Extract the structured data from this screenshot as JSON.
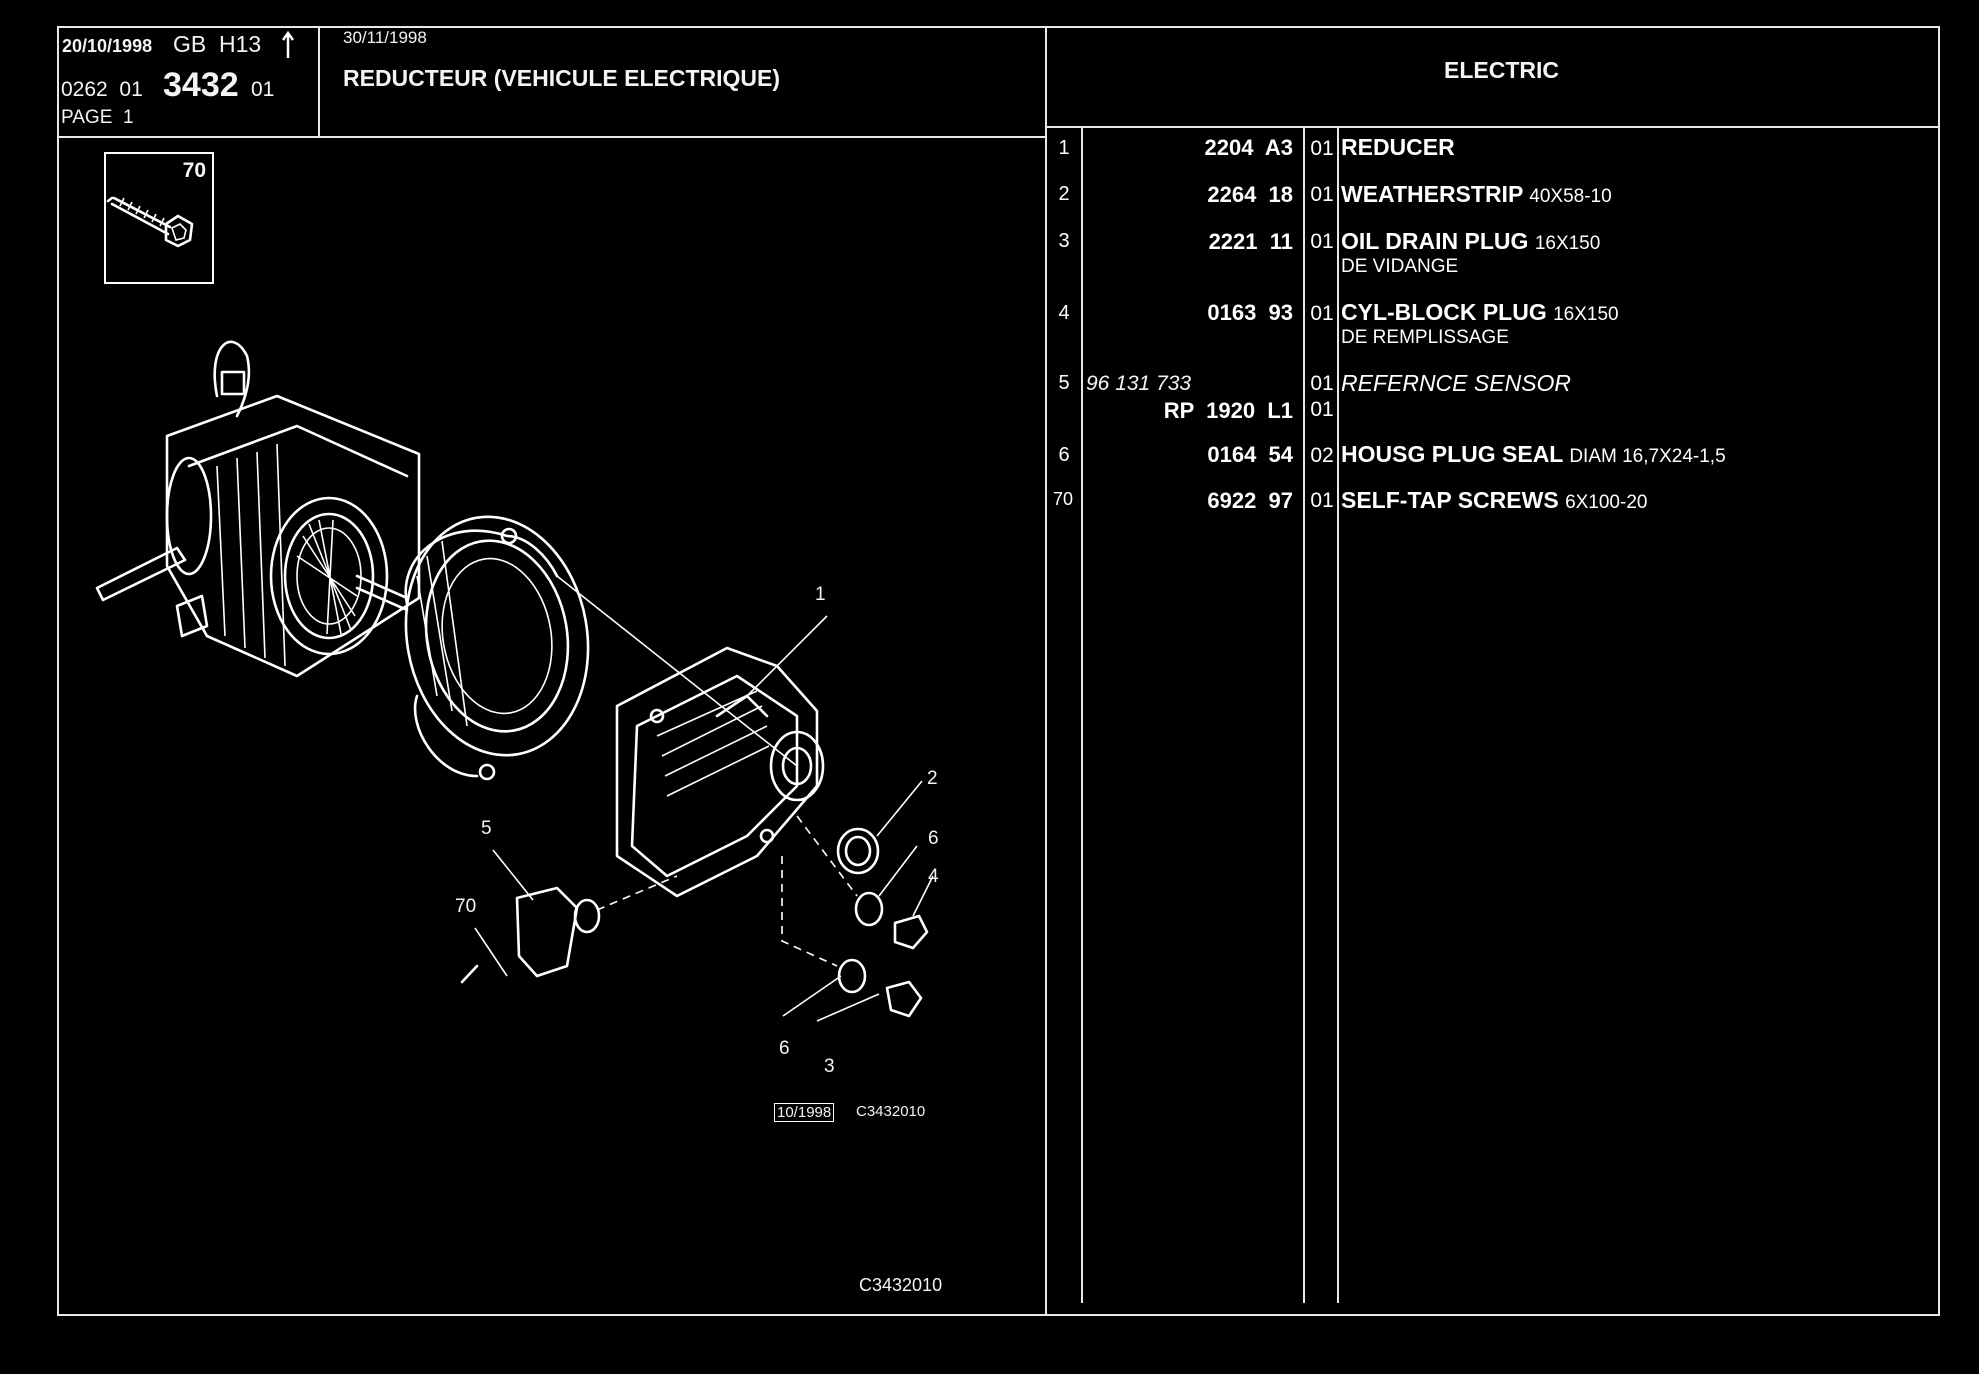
{
  "header": {
    "date": "20/10/1998",
    "lang_code": "GB  H13",
    "arrow_icon": "up-arrow-icon",
    "ref_prefix": "0262  01",
    "ref_main": "3432",
    "ref_suffix": "01",
    "page": "PAGE  1",
    "date2": "30/11/1998",
    "title": "REDUCTEUR (VEHICULE ELECTRIQUE)",
    "section": "ELECTRIC"
  },
  "inset": {
    "number": "70"
  },
  "diagram": {
    "callouts": [
      "1",
      "2",
      "6",
      "4",
      "5",
      "70",
      "6",
      "3"
    ],
    "stamp_date": "10/1998",
    "stamp_code": "C3432010",
    "footer_code": "C3432010"
  },
  "parts": [
    {
      "no": "1",
      "ref": "2204  A3",
      "qty": "01",
      "name": "REDUCER",
      "size": "",
      "note": ""
    },
    {
      "no": "2",
      "ref": "2264  18",
      "qty": "01",
      "name": "WEATHERSTRIP",
      "size": "40X58-10",
      "note": ""
    },
    {
      "no": "3",
      "ref": "2221  11",
      "qty": "01",
      "name": "OIL DRAIN PLUG",
      "size": "16X150",
      "note": "DE VIDANGE"
    },
    {
      "no": "4",
      "ref": "0163  93",
      "qty": "01",
      "name": "CYL-BLOCK PLUG",
      "size": "16X150",
      "note": "DE REMPLISSAGE"
    },
    {
      "no": "5",
      "ref_alt": "96 131 733",
      "ref": "RP  1920  L1",
      "qty": "01",
      "qty2": "01",
      "name": "REFERNCE SENSOR",
      "size": "",
      "note": ""
    },
    {
      "no": "6",
      "ref": "0164  54",
      "qty": "02",
      "name": "HOUSG PLUG SEAL",
      "size": "DIAM 16,7X24-1,5",
      "note": ""
    },
    {
      "no": "70",
      "ref": "6922  97",
      "qty": "01",
      "name": "SELF-TAP SCREWS",
      "size": "6X100-20",
      "note": ""
    }
  ]
}
